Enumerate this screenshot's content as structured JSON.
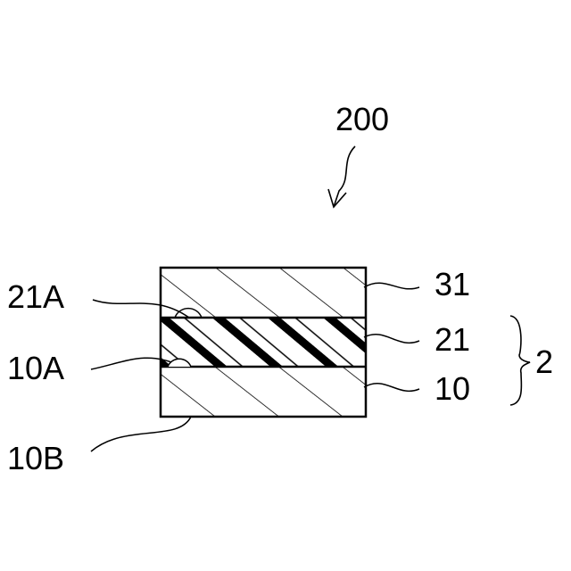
{
  "labels": {
    "assembly": "200",
    "layer_top": "31",
    "layer_middle": "21",
    "layer_bottom": "10",
    "group": "2",
    "middle_top_surface": "21A",
    "bottom_top_surface": "10A",
    "bottom_lower_surface": "10B"
  }
}
